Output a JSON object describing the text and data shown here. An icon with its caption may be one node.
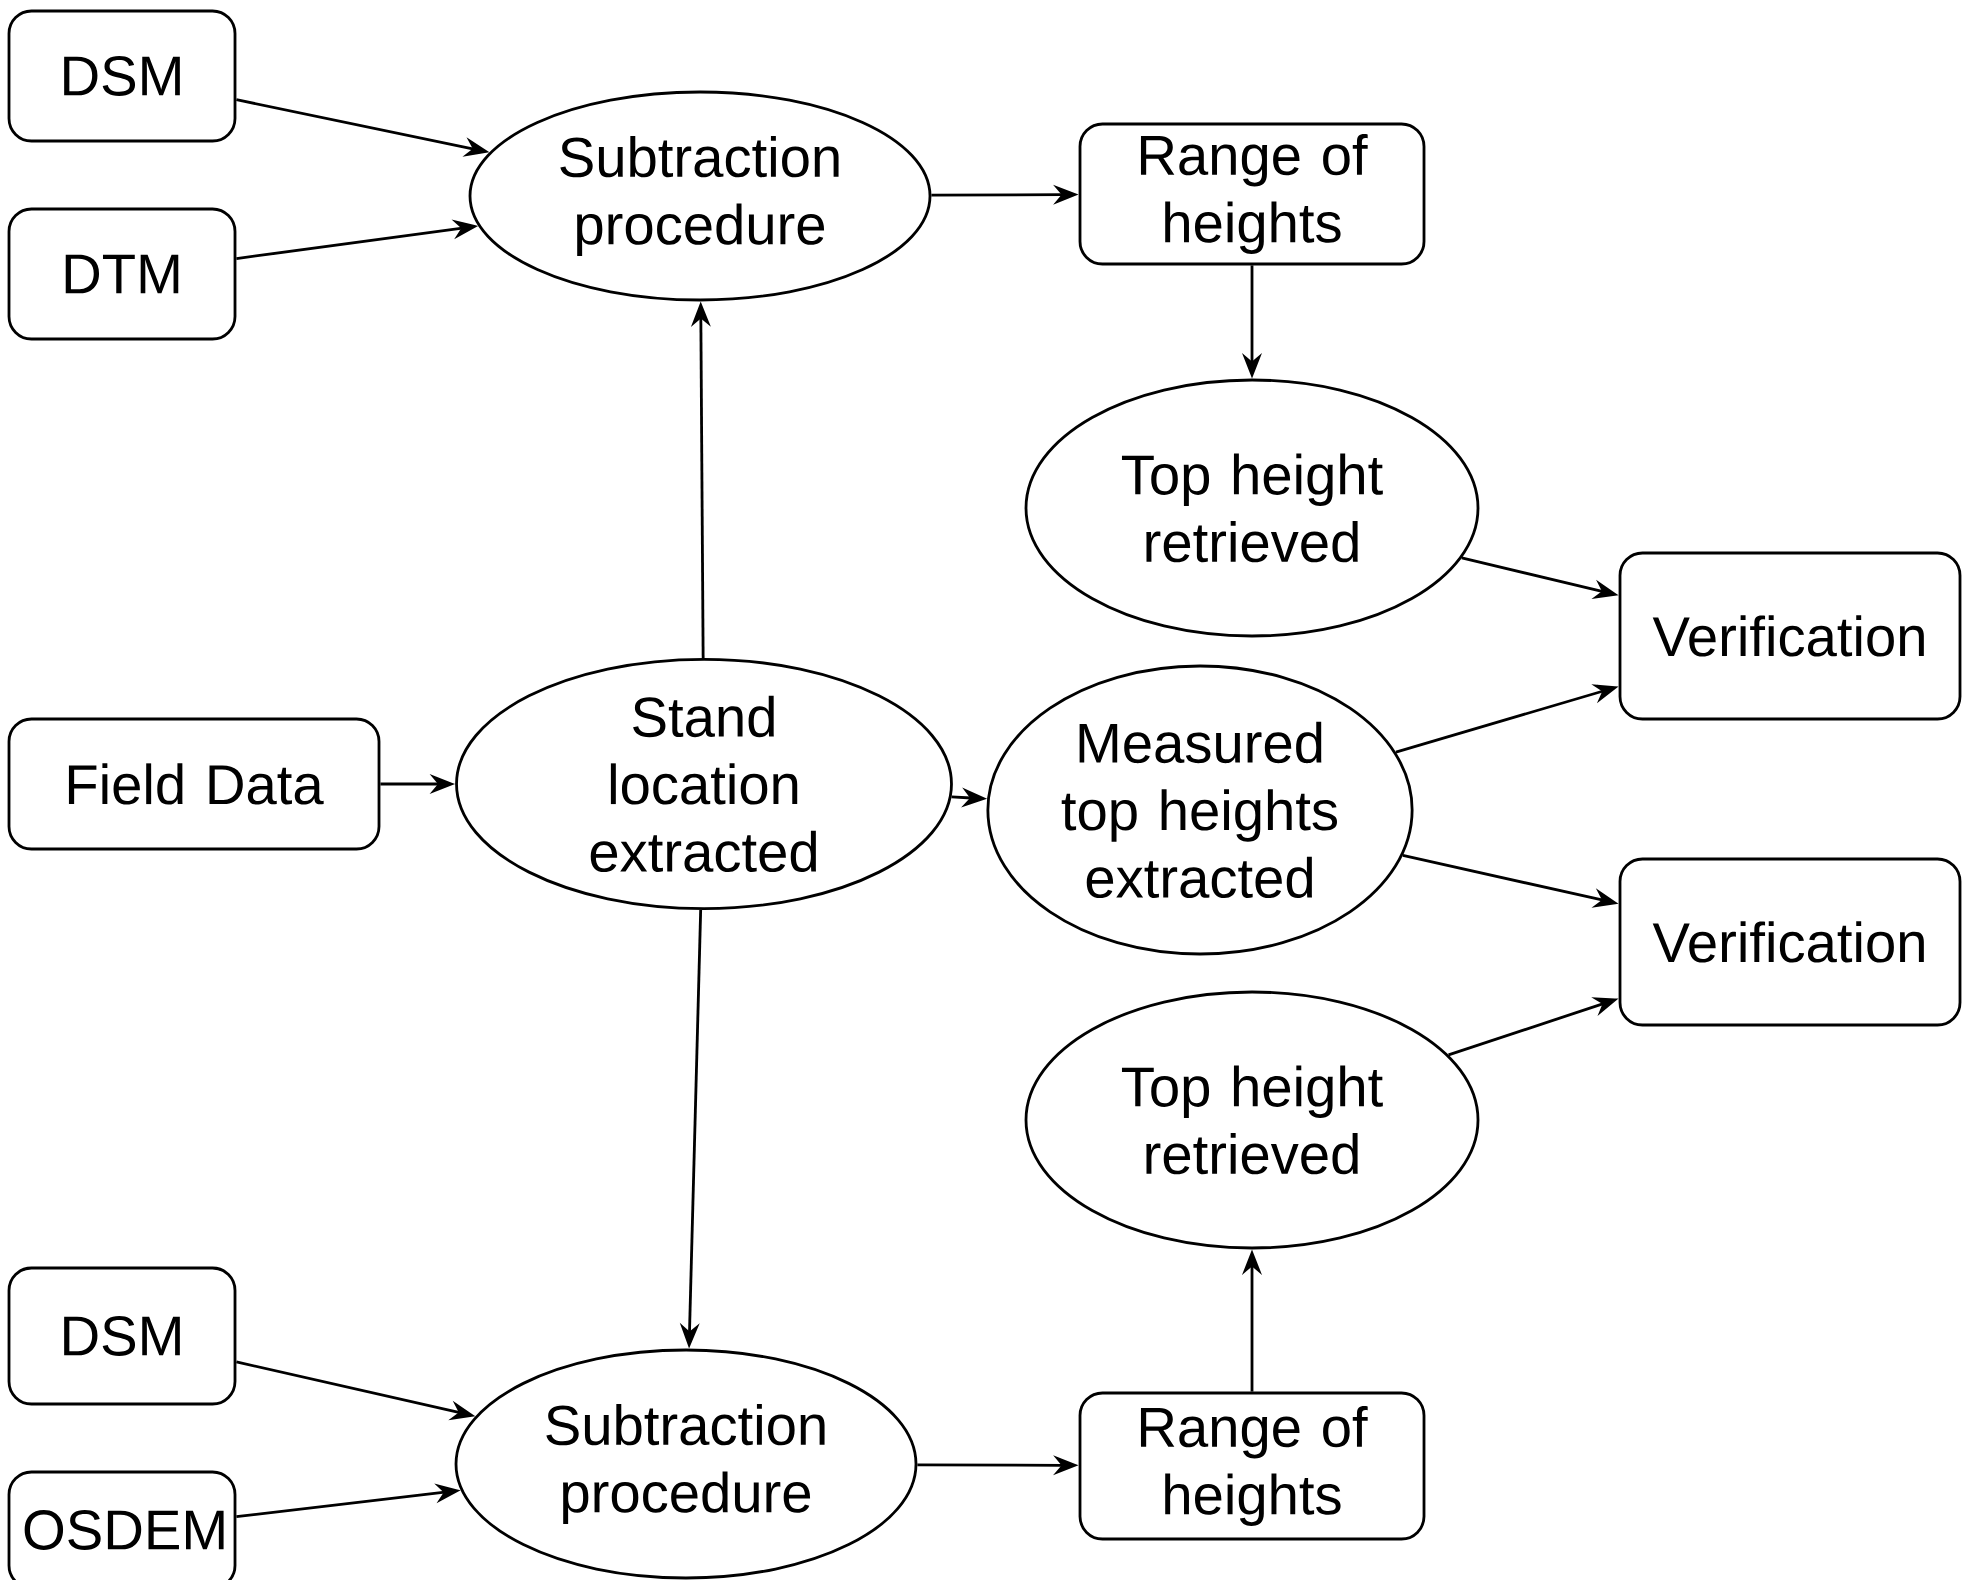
{
  "diagram": {
    "nodes": [
      {
        "text": [
          "DSM"
        ]
      },
      {
        "text": [
          "DTM"
        ]
      },
      {
        "text": [
          "Subtraction procedure"
        ]
      },
      {
        "text": [
          "Range of heights"
        ]
      },
      {
        "text": [
          "Top height retrieved"
        ]
      },
      {
        "text": [
          "Verification"
        ]
      },
      {
        "text": [
          "Field Data"
        ]
      },
      {
        "text": [
          "Stand location extracted"
        ]
      },
      {
        "text": [
          "Measured top heights extracted"
        ]
      },
      {
        "text": [
          "Verification"
        ]
      },
      {
        "text": [
          "Top height retrieved"
        ]
      },
      {
        "text": [
          "DSM"
        ]
      },
      {
        "text": [
          "OSDEM"
        ]
      },
      {
        "text": [
          "Subtraction procedure"
        ]
      },
      {
        "text": [
          "Range of heights"
        ]
      }
    ],
    "edges": [
      {
        "from": 0,
        "to": 2,
        "arrow": "to"
      },
      {
        "from": 1,
        "to": 2,
        "arrow": "to"
      },
      {
        "from": 2,
        "to": 3,
        "arrow": "to"
      },
      {
        "from": 3,
        "to": 4,
        "arrow": "to"
      },
      {
        "from": 4,
        "to": 5,
        "arrow": "to"
      },
      {
        "from": 7,
        "to": 2,
        "arrow": "to"
      },
      {
        "from": 6,
        "to": 7,
        "arrow": "to"
      },
      {
        "from": 7,
        "to": 8,
        "arrow": "to"
      },
      {
        "from": 8,
        "to": 5,
        "arrow": "to"
      },
      {
        "from": 8,
        "to": 9,
        "arrow": "to"
      },
      {
        "from": 10,
        "to": 9,
        "arrow": "to"
      },
      {
        "from": 7,
        "to": 13,
        "arrow": "to"
      },
      {
        "from": 11,
        "to": 13,
        "arrow": "to"
      },
      {
        "from": 12,
        "to": 13,
        "arrow": "to"
      },
      {
        "from": 13,
        "to": 14,
        "arrow": "to"
      },
      {
        "from": 14,
        "to": 10,
        "arrow": "to"
      }
    ]
  }
}
